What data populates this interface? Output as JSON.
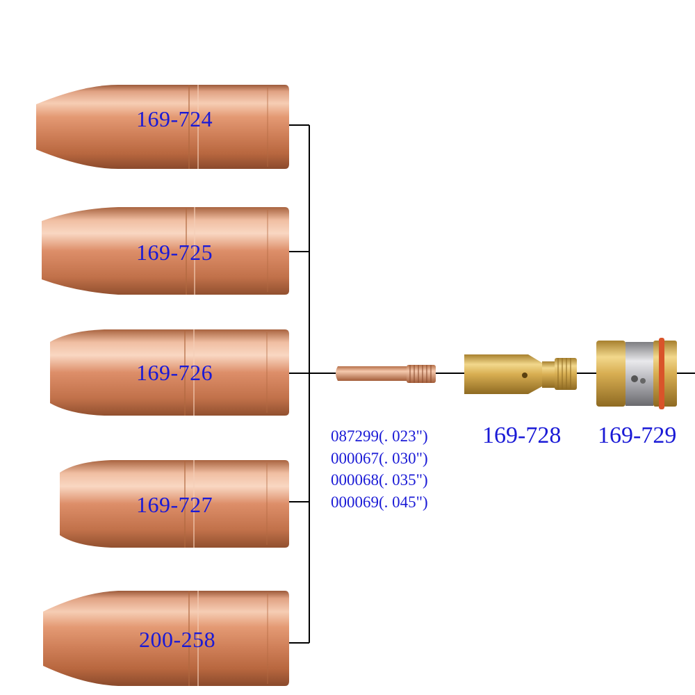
{
  "nozzles": [
    {
      "label": "169-724"
    },
    {
      "label": "169-725"
    },
    {
      "label": "169-726"
    },
    {
      "label": "169-727"
    },
    {
      "label": "200-258"
    }
  ],
  "contact_tip": {
    "sizes": [
      "087299(. 023\")",
      "000067(. 030\")",
      "000068(. 035\")",
      "000069(. 045\")"
    ]
  },
  "gas_diffuser": {
    "label": "169-728"
  },
  "insulator": {
    "label": "169-729"
  },
  "colors": {
    "label_blue": "#1a1ad6",
    "copper": "#d98c66",
    "brass": "#d4a94a",
    "line": "#000000"
  }
}
